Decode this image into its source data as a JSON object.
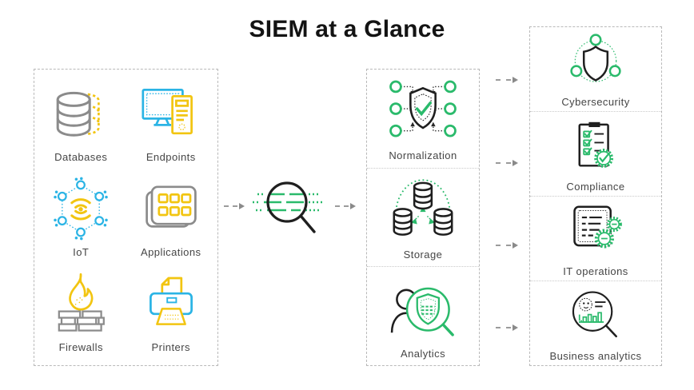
{
  "title": "SIEM at a Glance",
  "sources": {
    "items": [
      {
        "label": "Databases",
        "icon": "databases-icon"
      },
      {
        "label": "Endpoints",
        "icon": "endpoints-icon"
      },
      {
        "label": "IoT",
        "icon": "iot-icon"
      },
      {
        "label": "Applications",
        "icon": "applications-icon"
      },
      {
        "label": "Firewalls",
        "icon": "firewalls-icon"
      },
      {
        "label": "Printers",
        "icon": "printers-icon"
      }
    ]
  },
  "collector": {
    "icon": "magnifier-log-inspection-icon"
  },
  "processing": {
    "items": [
      {
        "label": "Normalization",
        "icon": "normalization-icon"
      },
      {
        "label": "Storage",
        "icon": "storage-icon"
      },
      {
        "label": "Analytics",
        "icon": "analytics-icon"
      }
    ]
  },
  "outcomes": {
    "items": [
      {
        "label": "Cybersecurity",
        "icon": "cybersecurity-icon"
      },
      {
        "label": "Compliance",
        "icon": "compliance-icon"
      },
      {
        "label": "IT operations",
        "icon": "it-operations-icon"
      },
      {
        "label": "Business analytics",
        "icon": "business-analytics-icon"
      }
    ]
  },
  "colors": {
    "yellow": "#f2c511",
    "cyan": "#2bb4e5",
    "green": "#2aba6b",
    "gray": "#8b8b8b",
    "ink": "#1f1f1f",
    "label_text": "#454545",
    "arrow": "#9b9b9b",
    "border": "#b9b9b9"
  }
}
